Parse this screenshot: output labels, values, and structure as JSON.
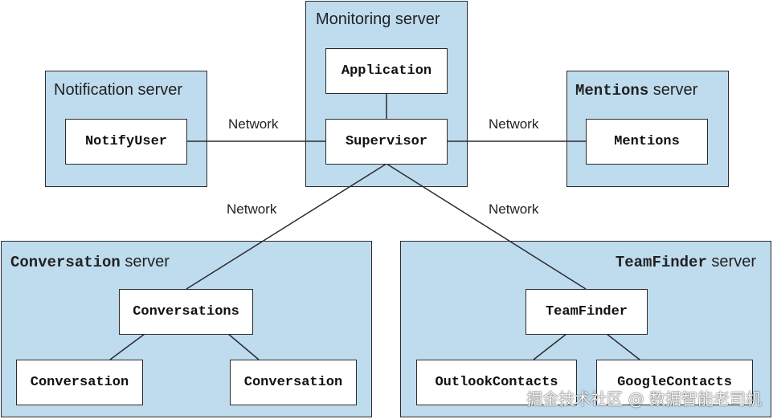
{
  "servers": {
    "monitoring": {
      "title_text": "Monitoring server"
    },
    "notification": {
      "title_text": "Notification server"
    },
    "mentions": {
      "title_code": "Mentions",
      "title_text": " server"
    },
    "conversation": {
      "title_code": "Conversation",
      "title_text": " server"
    },
    "teamfinder": {
      "title_code": "TeamFinder",
      "title_text": " server"
    }
  },
  "processes": {
    "application": "Application",
    "supervisor": "Supervisor",
    "notify_user": "NotifyUser",
    "mentions": "Mentions",
    "conversations": "Conversations",
    "conversation_left": "Conversation",
    "conversation_right": "Conversation",
    "teamfinder": "TeamFinder",
    "outlook_contacts": "OutlookContacts",
    "google_contacts": "GoogleContacts"
  },
  "network_labels": {
    "left": "Network",
    "right": "Network",
    "lower_left": "Network",
    "lower_right": "Network"
  },
  "watermark": "掘金技术社区 @ 数据智能老司机",
  "colors": {
    "server_fill": "#bfdcef",
    "border": "#2b2b2b",
    "process_fill": "#ffffff"
  }
}
